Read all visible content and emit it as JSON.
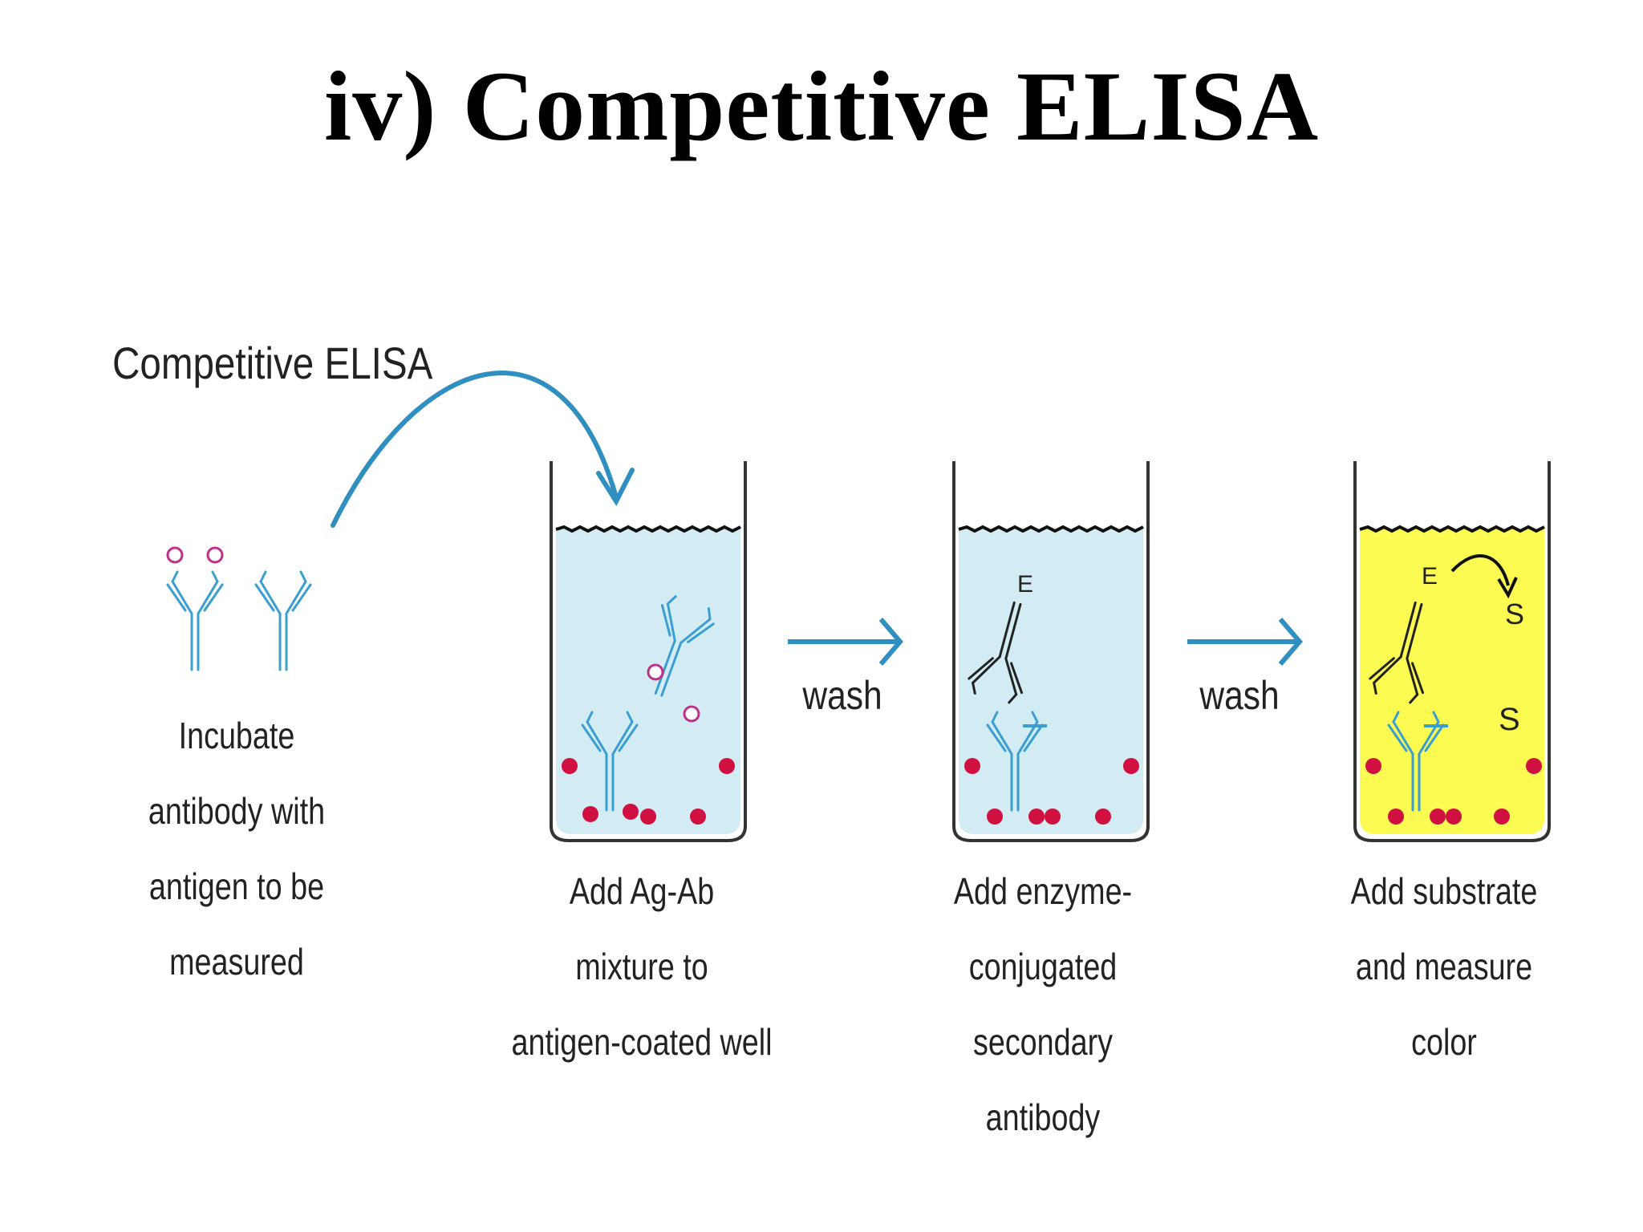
{
  "title": "iv) Competitive ELISA",
  "figure": {
    "heading": "Competitive ELISA",
    "steps": [
      {
        "lines": [
          "Incubate",
          "antibody with",
          "antigen to be",
          "measured"
        ]
      },
      {
        "lines": [
          "Add Ag-Ab",
          "mixture to",
          "antigen-coated well"
        ]
      },
      {
        "lines": [
          "Add enzyme-",
          "conjugated",
          "secondary",
          "antibody"
        ]
      },
      {
        "lines": [
          "Add substrate",
          "and measure",
          "color"
        ]
      }
    ],
    "wash_labels": [
      "wash",
      "wash"
    ],
    "enzyme_letter": "E",
    "substrate_letter": "S",
    "colors": {
      "antibody": "#3a9fd0",
      "antigen_free": "#c0308a",
      "antigen_bound": "#d01040",
      "buffer": "#d3ebf2",
      "substrate_color": "#fbfb52",
      "arrow": "#2e8fc0",
      "well_wall": "#333333"
    }
  }
}
